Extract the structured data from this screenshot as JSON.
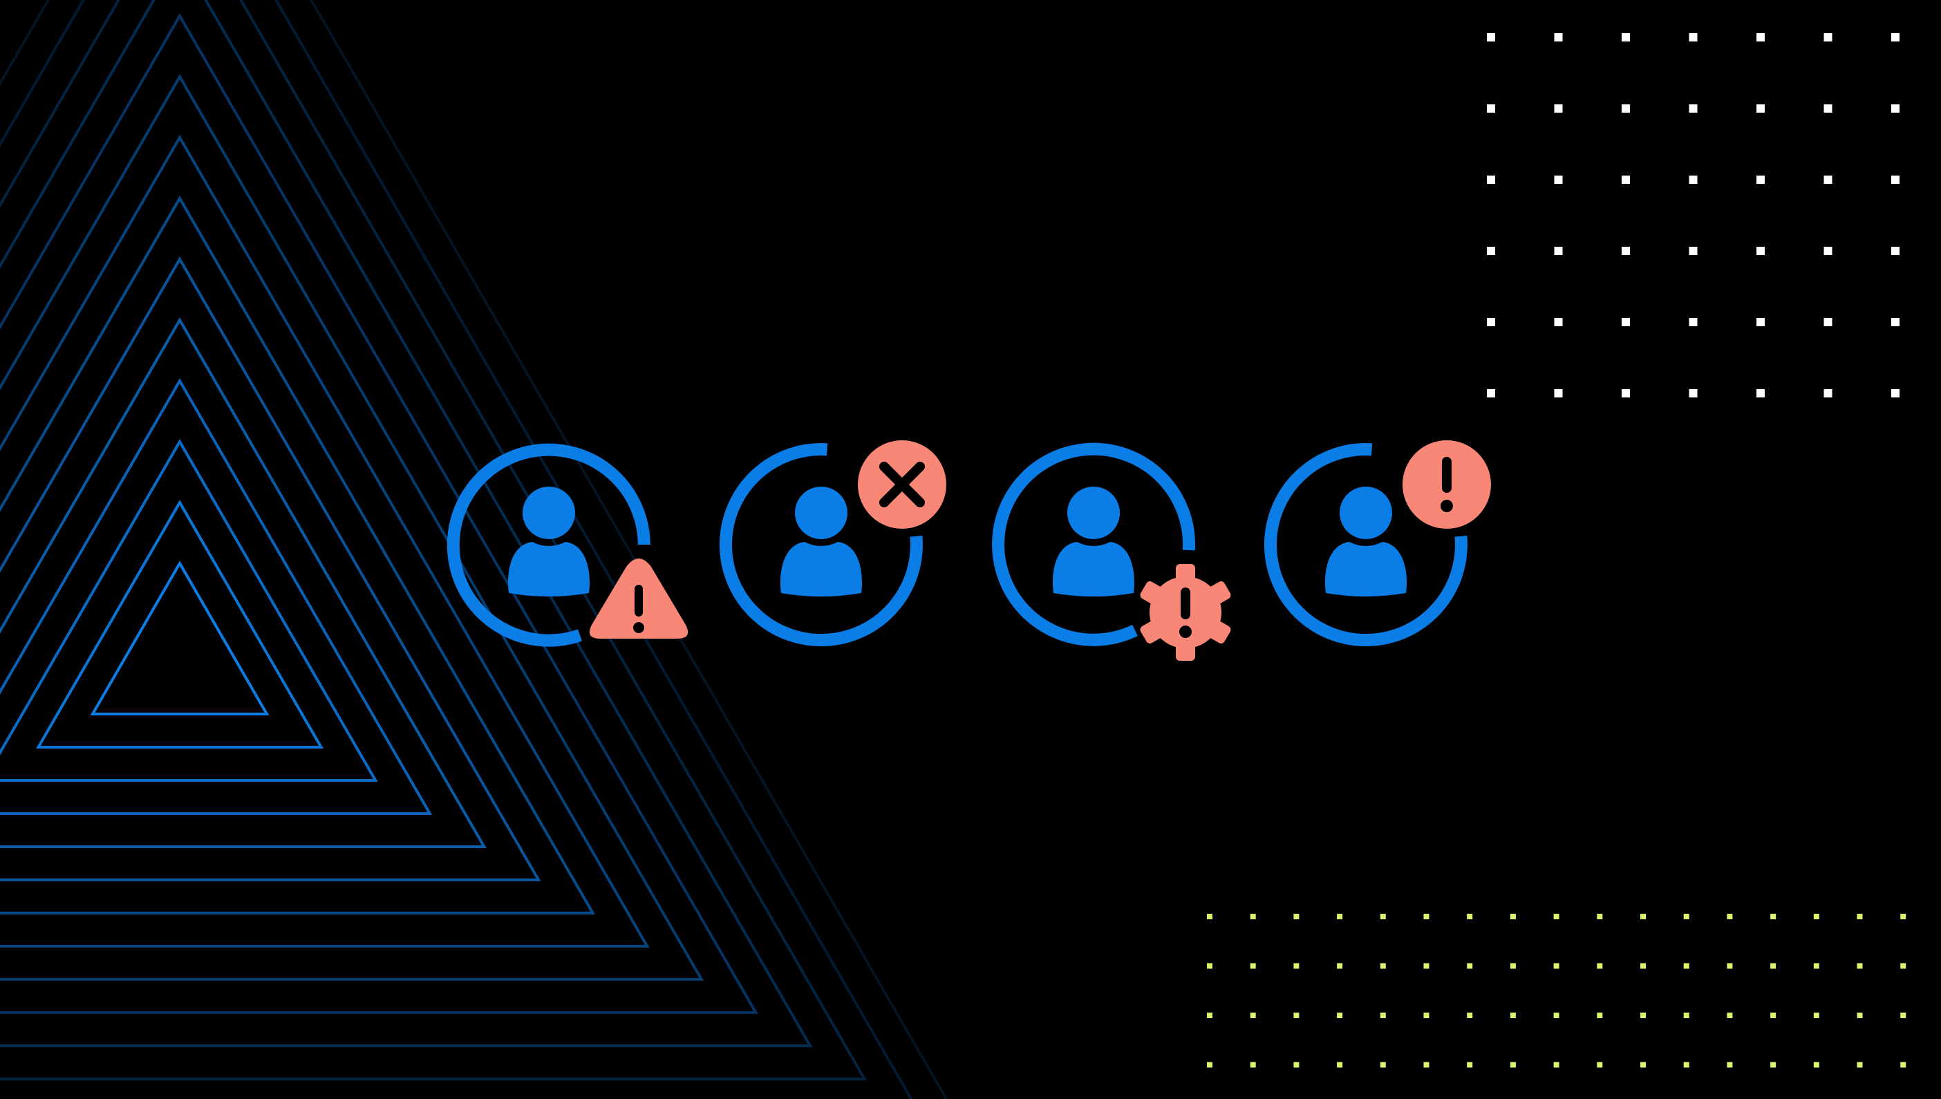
{
  "colors": {
    "background": "#000000",
    "accent_blue": "#0a7de6",
    "alert_salmon": "#f98777",
    "glyph_dark": "#000000",
    "dot_white": "#ffffff",
    "dot_green": "#d9f56e"
  },
  "decorations": {
    "triangle_outline_count": 14,
    "white_dot_grid": {
      "columns": 7,
      "rows": 6
    },
    "green_dot_grid": {
      "columns": 17,
      "rows": 4
    }
  },
  "icons": [
    {
      "name": "user-warning-icon",
      "badge": "warning-triangle-badge-icon"
    },
    {
      "name": "user-blocked-icon",
      "badge": "x-circle-badge-icon"
    },
    {
      "name": "user-settings-error-icon",
      "badge": "gear-exclamation-badge-icon"
    },
    {
      "name": "user-alert-icon",
      "badge": "exclamation-circle-badge-icon"
    }
  ]
}
